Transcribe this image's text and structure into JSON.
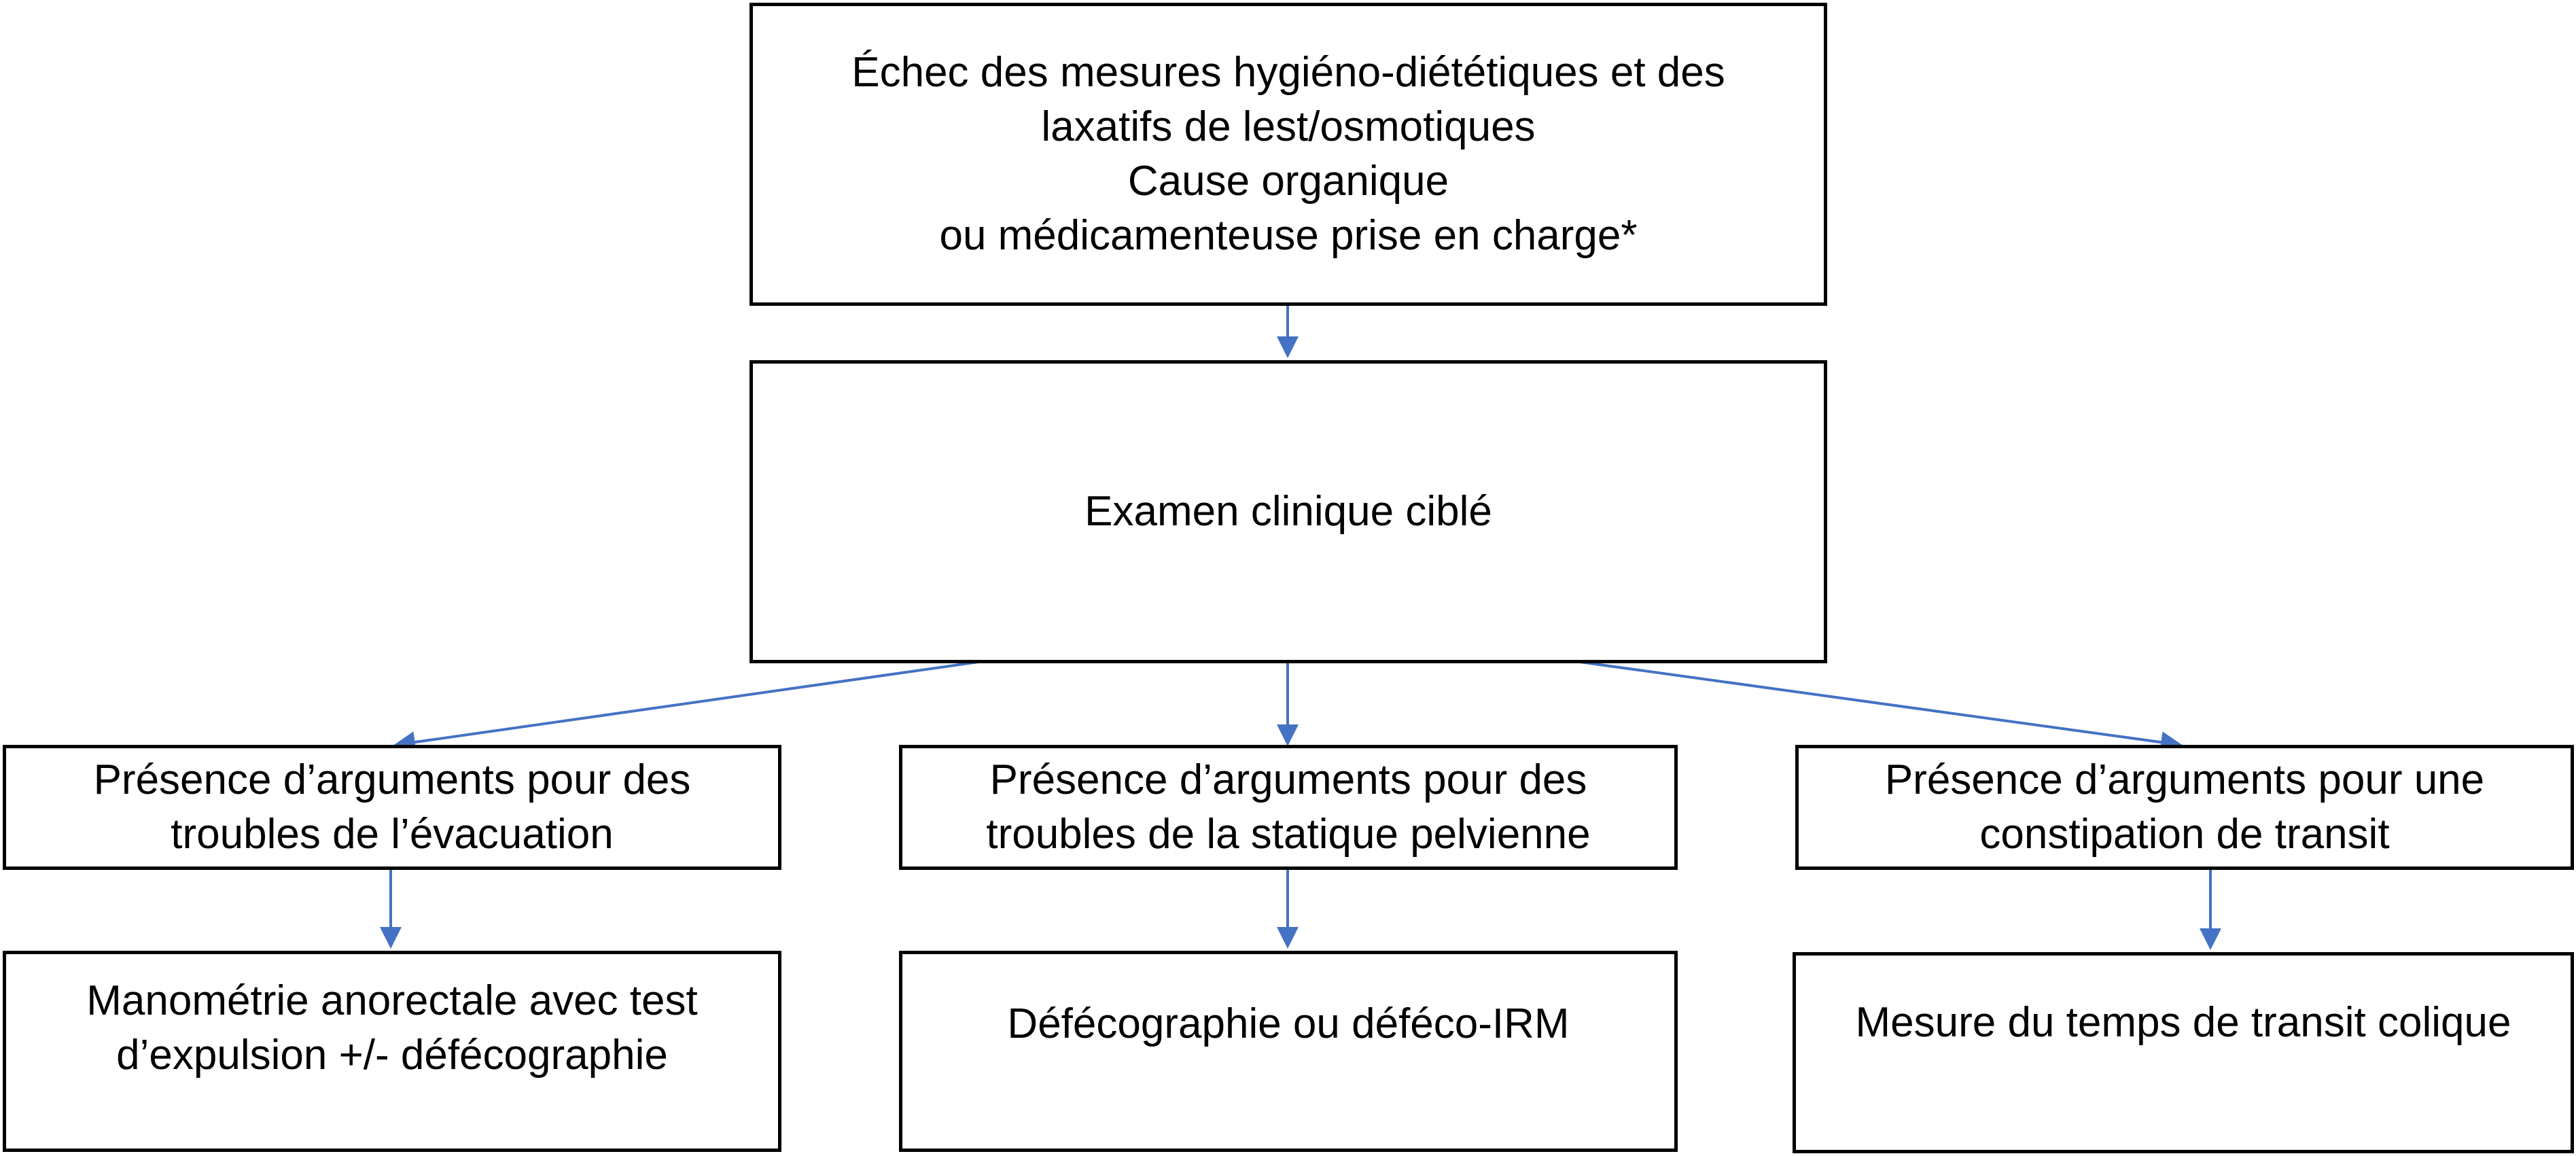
{
  "flowchart": {
    "start": {
      "lines": [
        "Échec des mesures hygiéno-diététiques et des",
        "laxatifs de lest/osmotiques",
        "Cause organique",
        "ou médicamenteuse prise en charge*"
      ]
    },
    "exam": {
      "lines": [
        "Examen clinique ciblé"
      ]
    },
    "branches": [
      {
        "condition": [
          "Présence d’arguments pour des",
          "troubles de l’évacuation"
        ],
        "test": [
          "Manométrie anorectale avec test",
          "d’expulsion +/- défécographie"
        ]
      },
      {
        "condition": [
          "Présence d’arguments pour des",
          "troubles de la statique pelvienne"
        ],
        "test": [
          "Défécographie ou déféco-IRM"
        ]
      },
      {
        "condition": [
          "Présence d’arguments pour une",
          "constipation de transit"
        ],
        "test": [
          "Mesure du temps de transit colique"
        ]
      }
    ]
  },
  "colors": {
    "arrow": "#4472C4",
    "box_border": "#000000",
    "text": "#000000"
  }
}
